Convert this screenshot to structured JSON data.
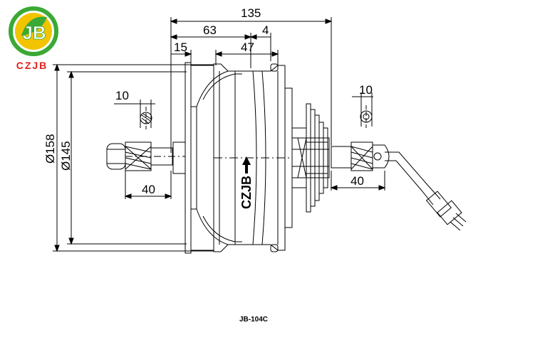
{
  "logo": {
    "brand_text": "CZJB",
    "emblem_letters": "JB",
    "colors": {
      "ring": "#3aa935",
      "accent": "#f2c400",
      "text": "#e0201b"
    }
  },
  "drawing": {
    "model": "JB-104C",
    "body_mark": "CZJB",
    "dimensions": {
      "overall_width": "135",
      "hub_to_flange": "63",
      "offset": "4",
      "left_flange": "15",
      "hub_width": "47",
      "diameter_outer": "Ø158",
      "diameter_inner": "Ø145",
      "left_axle_thread": "10",
      "right_axle_thread": "10",
      "left_axle_length": "40",
      "right_axle_length": "40"
    },
    "icons": [
      "up-arrow-icon"
    ]
  }
}
